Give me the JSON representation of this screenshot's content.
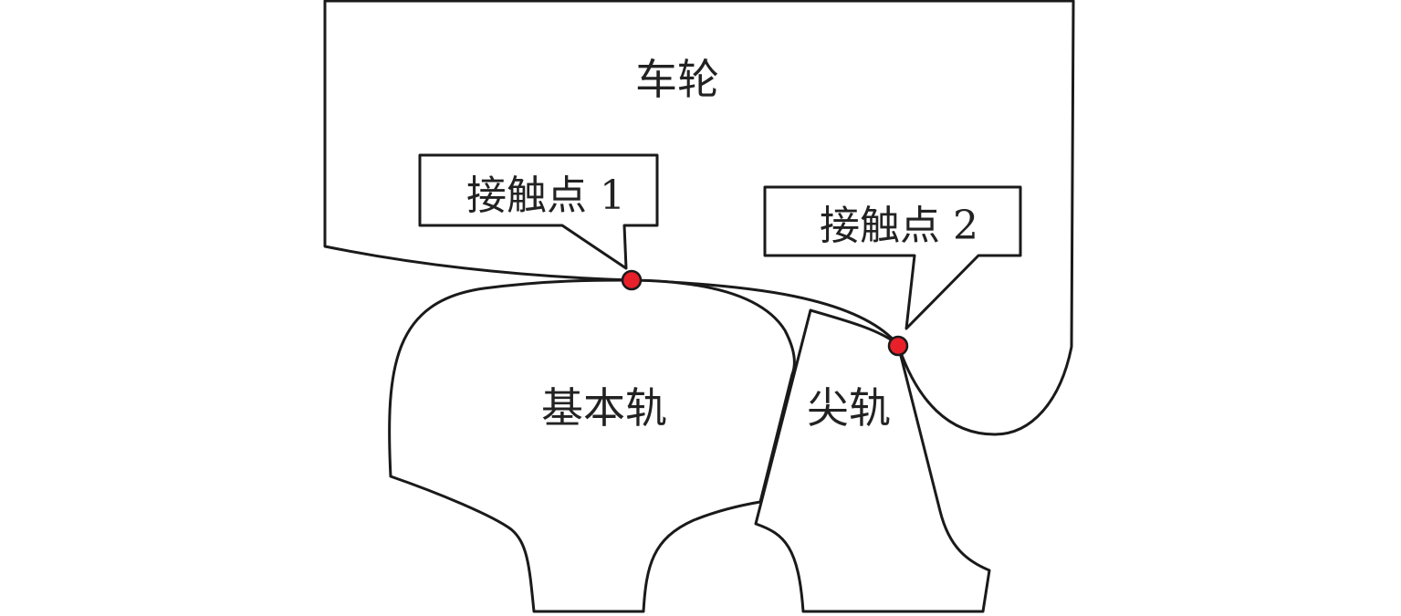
{
  "labels": {
    "wheel": "车轮",
    "stock_rail": "基本轨",
    "switch_rail": "尖轨",
    "contact_point_1": "接触点 1",
    "contact_point_2": "接触点 2"
  },
  "colors": {
    "contact_point": "#e8202a",
    "outline": "#1a1a1a"
  }
}
